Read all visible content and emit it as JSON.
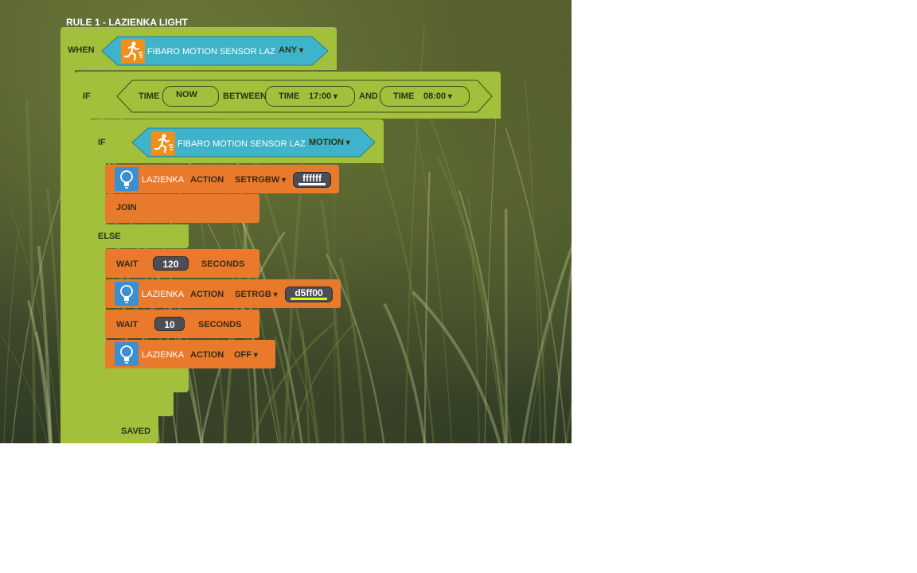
{
  "rule": {
    "title": "RULE 1 - LAZIENKA LIGHT",
    "status": "SAVED"
  },
  "when": {
    "keyword": "WHEN",
    "device": "FIBARO MOTION SENSOR LAZ",
    "state": "ANY"
  },
  "if1": {
    "keyword": "IF",
    "time_label": "TIME",
    "now_value": "NOW",
    "between_label": "BETWEEN",
    "time_a_label": "TIME",
    "time_a_value": "17:00",
    "and_label": "AND",
    "time_b_label": "TIME",
    "time_b_value": "08:00"
  },
  "if2": {
    "keyword": "IF",
    "device": "FIBARO MOTION SENSOR LAZ",
    "state": "MOTION"
  },
  "then_actions": {
    "a1": {
      "device": "LAZIENKA",
      "action_label": "ACTION",
      "action": "SETRGBW",
      "value": "ffffff",
      "color": "#ffffff"
    },
    "join": "JOIN"
  },
  "else_block": {
    "keyword": "ELSE",
    "wait1": {
      "label": "WAIT",
      "value": "120",
      "unit": "SECONDS"
    },
    "a2": {
      "device": "LAZIENKA",
      "action_label": "ACTION",
      "action": "SETRGB",
      "value": "d5ff00",
      "color": "#d5ff00"
    },
    "wait2": {
      "label": "WAIT",
      "value": "10",
      "unit": "SECONDS"
    },
    "a3": {
      "device": "LAZIENKA",
      "action_label": "ACTION",
      "action": "OFF"
    }
  },
  "icons": {
    "sensor": "motion-sensor-icon",
    "bulb": "light-bulb-icon"
  },
  "colors": {
    "block_green": "#a3c03c",
    "block_orange": "#e97a2b",
    "block_teal": "#3fb3c9",
    "icon_blue": "#3b8fd0",
    "icon_orange": "#f0901a"
  }
}
